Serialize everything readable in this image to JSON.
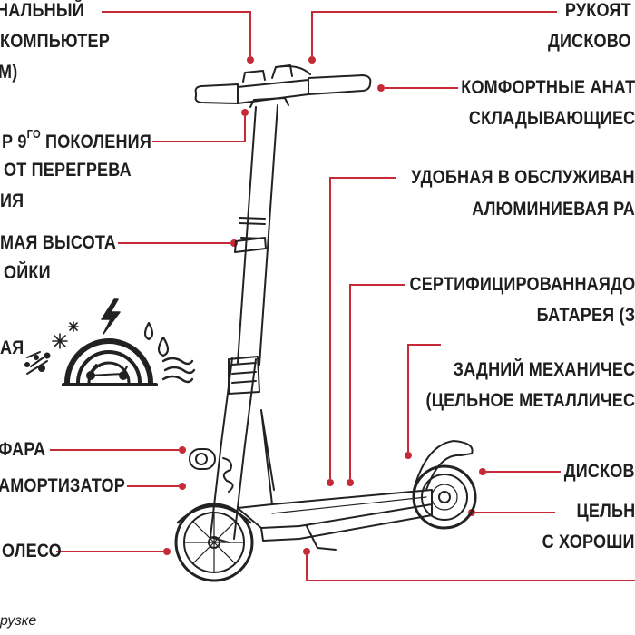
{
  "accent_color": "#c62a36",
  "line_color": "#222222",
  "labels": {
    "computer": [
      "НАЛЬНЫЙ",
      "КОМПЬЮТЕР",
      "М)"
    ],
    "processor_a": "Р 9",
    "processor_sup": "ГО",
    "processor_b": " ПОКОЛЕНИЯ",
    "processor_lines": [
      "ОТ ПЕРЕГРЕВА",
      "ИЯ"
    ],
    "height": [
      "МАЯ ВЫСОТА",
      "ОЙКИ"
    ],
    "protection": "АЯ",
    "headlight": "ФАРА",
    "shock": "АМОРТИЗАТОР",
    "front_wheel": "ОЛЕСО",
    "grips": [
      "РУКОЯТ",
      "ДИСКОВО"
    ],
    "folding": [
      "КОМФОРТНЫЕ АНАТ",
      "СКЛАДЫВАЮЩИЕС"
    ],
    "frame": [
      "УДОБНАЯ В ОБСЛУЖИВАН",
      "АЛЮМИНИЕВАЯ РА"
    ],
    "battery": [
      "СЕРТИФИЦИРОВАННАЯДО",
      "БАТАРЕЯ (З"
    ],
    "rear_brake": [
      "ЗАДНИЙ МЕХАНИЧЕС",
      "(ЦЕЛЬНОЕ МЕТАЛЛИЧЕС"
    ],
    "disc": "ДИСКОВ",
    "solid": [
      "ЦЕЛЬН",
      "С ХОРОШИ"
    ]
  },
  "footnote": "рузке",
  "icons": [
    "snowflake-icon",
    "lightning-icon",
    "water-drops-icon",
    "wind-icon",
    "dust-icon",
    "protection-dome-icon",
    "scooter-icon"
  ]
}
